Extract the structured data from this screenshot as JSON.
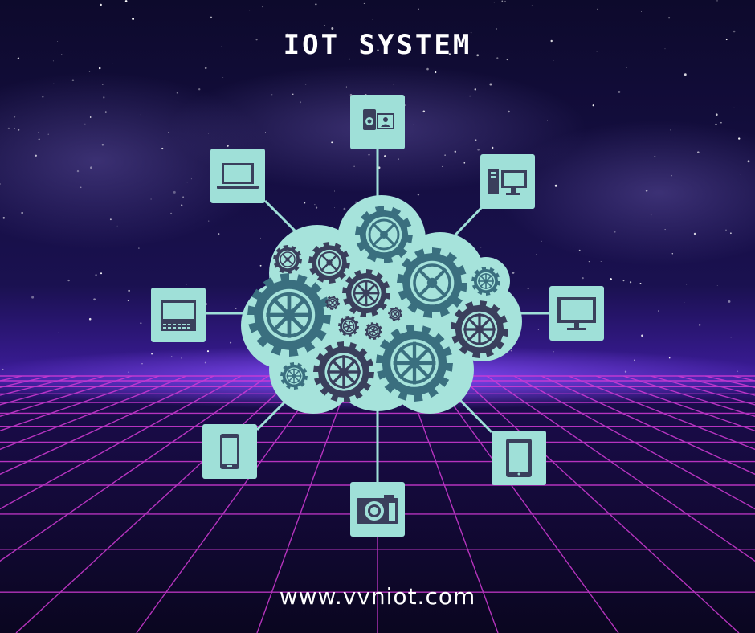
{
  "title": "IOT SYSTEM",
  "footer_url": "www.vvniot.com",
  "colors": {
    "tile": "#9fe0d8",
    "cloud": "#a6e3db",
    "gear_dark": "#3a3f5c",
    "gear_teal": "#3a6f7f",
    "connector": "#9fe0d8",
    "grid": "#d23bd6",
    "horizon_glow": "#7b3cff"
  },
  "devices": [
    {
      "name": "camcorder-id-card"
    },
    {
      "name": "desktop-computer"
    },
    {
      "name": "monitor"
    },
    {
      "name": "tablet"
    },
    {
      "name": "camera"
    },
    {
      "name": "smartphone"
    },
    {
      "name": "mini-laptop"
    },
    {
      "name": "laptop"
    }
  ]
}
